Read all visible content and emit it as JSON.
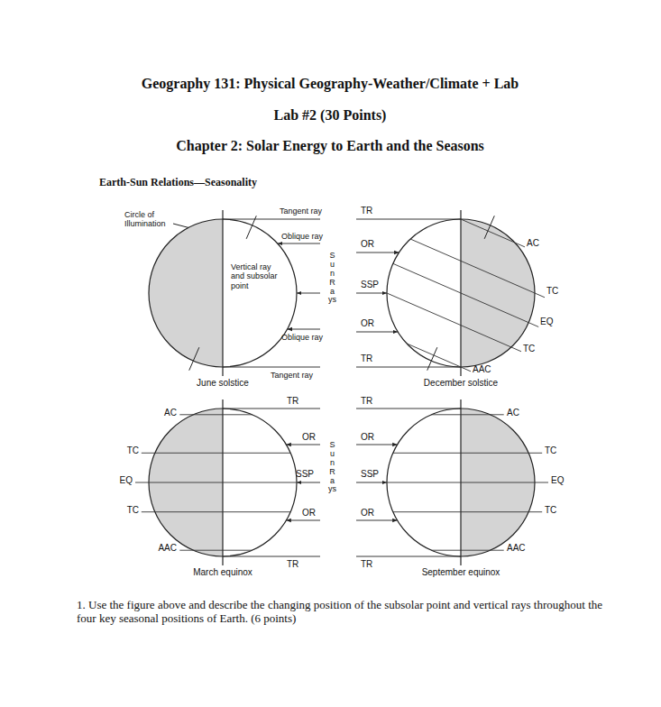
{
  "diagram": {
    "title": "Geography 131: Physical Geography-Weather/Climate + Lab",
    "nodes": [
      {
        "text": [
          "June solstice"
        ]
      },
      {
        "text": [
          "December solstice"
        ]
      },
      {
        "text": [
          "March equinox"
        ]
      },
      {
        "text": [
          "September equinox"
        ]
      }
    ],
    "labels": [
      "Lab #2 (30 Points)",
      "Chapter 2: Solar Energy to Earth and the Seasons",
      "Earth-Sun Relations—Seasonality",
      "Circle of Illumination",
      "Tangent ray",
      "Oblique ray",
      "Vertical ray and subsolar point",
      "Oblique ray",
      "Tangent ray",
      "Sun Rays",
      "TR",
      "OR",
      "SSP",
      "OR",
      "TR",
      "AC",
      "TC",
      "EQ",
      "TC",
      "AAC",
      "AC",
      "TC",
      "EQ",
      "TC",
      "AAC",
      "TR",
      "OR",
      "SSP",
      "OR",
      "TR",
      "Sun Rays",
      "TR",
      "OR",
      "SSP",
      "OR",
      "TR",
      "AC",
      "TC",
      "EQ",
      "TC",
      "AAC",
      "1. Use the figure above and describe the changing position of the subsolar point and vertical rays throughout the four key seasonal positions of Earth. (6 points)"
    ]
  }
}
